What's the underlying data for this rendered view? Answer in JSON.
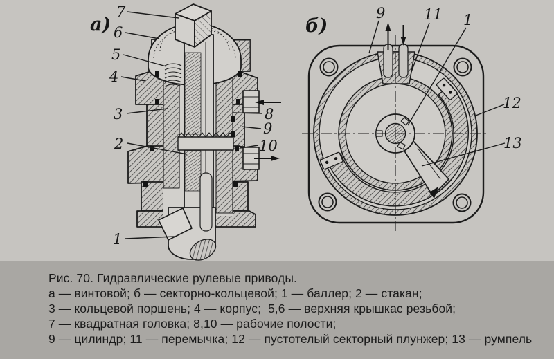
{
  "colors": {
    "paper": "#c6c4c0",
    "caption_bg": "#a9a7a3",
    "ink": "#1c1c1c"
  },
  "caption": {
    "title": "Рис. 70. Гидравлические рулевые приводы.",
    "lines": [
      "а — винтовой; б — секторно-кольцевой; 1 — баллер; 2 — стакан;",
      "3 — кольцевой поршень; 4 — корпус;  5,6 — верхняя крышкас резьбой;",
      "7 — квадратная головка; 8,10 — рабочие полости;",
      "9 — цилиндр; 11 — перемычка; 12 — пустотелый секторный плунжер; 13 — румпель"
    ]
  },
  "view_a": {
    "label": "а)",
    "callouts": {
      "n7": "7",
      "n6": "6",
      "n5": "5",
      "n4": "4",
      "n3": "3",
      "n2": "2",
      "n1": "1",
      "n8": "8",
      "n9": "9",
      "n10": "10"
    }
  },
  "view_b": {
    "label": "б)",
    "callouts": {
      "n9": "9",
      "n11": "11",
      "n1": "1",
      "n12": "12",
      "n13": "13"
    }
  }
}
